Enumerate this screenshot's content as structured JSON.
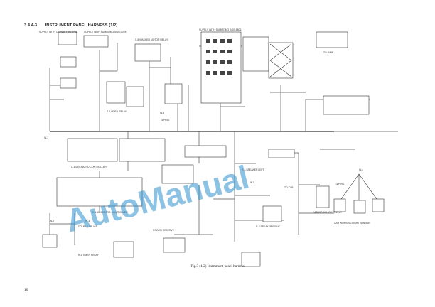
{
  "header": {
    "section": "3.4.4-3",
    "title": "INSTRUMENT PANEL HARNESS (1/2)"
  },
  "caption": "Fig.3 (1/2)     Instrument panel harness",
  "page_number": "10",
  "watermark": "AutoManual",
  "colors": {
    "wire": "#555555",
    "watermark": "#2d8fce"
  },
  "labels": {
    "l1": "SUPPLY WITH TAGNAT TRIS-TRIS",
    "l2": "SUPPLY WITH SUMITOMO 6400-0078",
    "l3": "S-5 WASHER MOTOR RELAY",
    "l4": "SUPPLY WITH SUMITOMO 6403-6506",
    "l5": "TO MAIN",
    "l6": "TAPING",
    "l7": "S-1 HORN RELAY",
    "l8": "C-1 MECHATRO CONTROLLER",
    "l9": "C-1 MECHATRO CONTROLLER",
    "l10": "R-4 SPEAKER LEFT",
    "l11": "R-3 SPEAKER RIGHT",
    "l12": "CAB WORK LIGHT RELAY",
    "l13": "POWER RESERVE",
    "l14": "TO CAB",
    "l15": "R-2 TIMER RELAY",
    "l16": "DOUBLE SPLICE",
    "l17": "TAPING",
    "l18": "CAB WORKING LIGHT SENSOR"
  },
  "tags": {
    "w1": "W-1",
    "w2": "W-2",
    "w3": "W-3",
    "w4": "W-4",
    "w5": "W-5",
    "w6": "W-6"
  }
}
